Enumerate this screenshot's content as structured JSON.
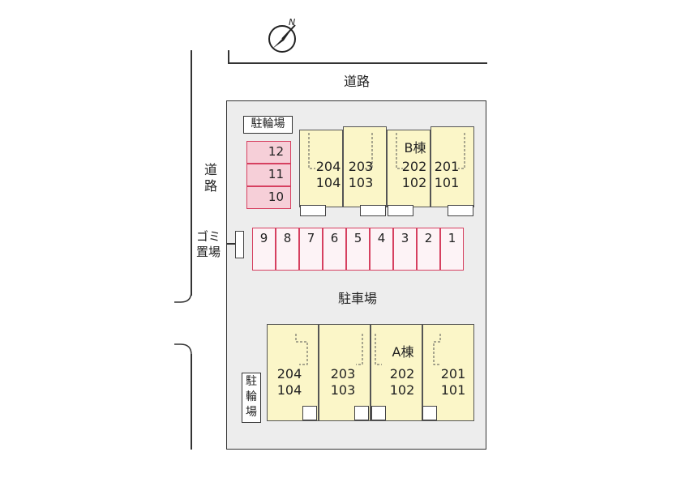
{
  "roads": {
    "top_label": "道路",
    "left_label": "道路"
  },
  "compass": {
    "north_label": "N"
  },
  "parking": {
    "label": "駐車場",
    "spaces": [
      "9",
      "8",
      "7",
      "6",
      "5",
      "4",
      "3",
      "2",
      "1"
    ]
  },
  "bicycle_parking": {
    "north_title": "駐輪場",
    "north_slots": [
      "12",
      "11",
      "10"
    ],
    "south_title": "駐輪場"
  },
  "garbage": {
    "label": "ゴミ置場"
  },
  "building_b": {
    "label": "B棟",
    "units": [
      {
        "upper": "204",
        "lower": "104"
      },
      {
        "upper": "203",
        "lower": "103"
      },
      {
        "upper": "202",
        "lower": "102"
      },
      {
        "upper": "201",
        "lower": "101"
      }
    ]
  },
  "building_a": {
    "label": "A棟",
    "units": [
      {
        "upper": "204",
        "lower": "104"
      },
      {
        "upper": "203",
        "lower": "103"
      },
      {
        "upper": "202",
        "lower": "102"
      },
      {
        "upper": "201",
        "lower": "101"
      }
    ]
  },
  "colors": {
    "parking_accent": "#d64060",
    "bike_fill": "#f6cfd8",
    "building_fill": "#fbf6c8",
    "site_fill": "#ededed"
  }
}
